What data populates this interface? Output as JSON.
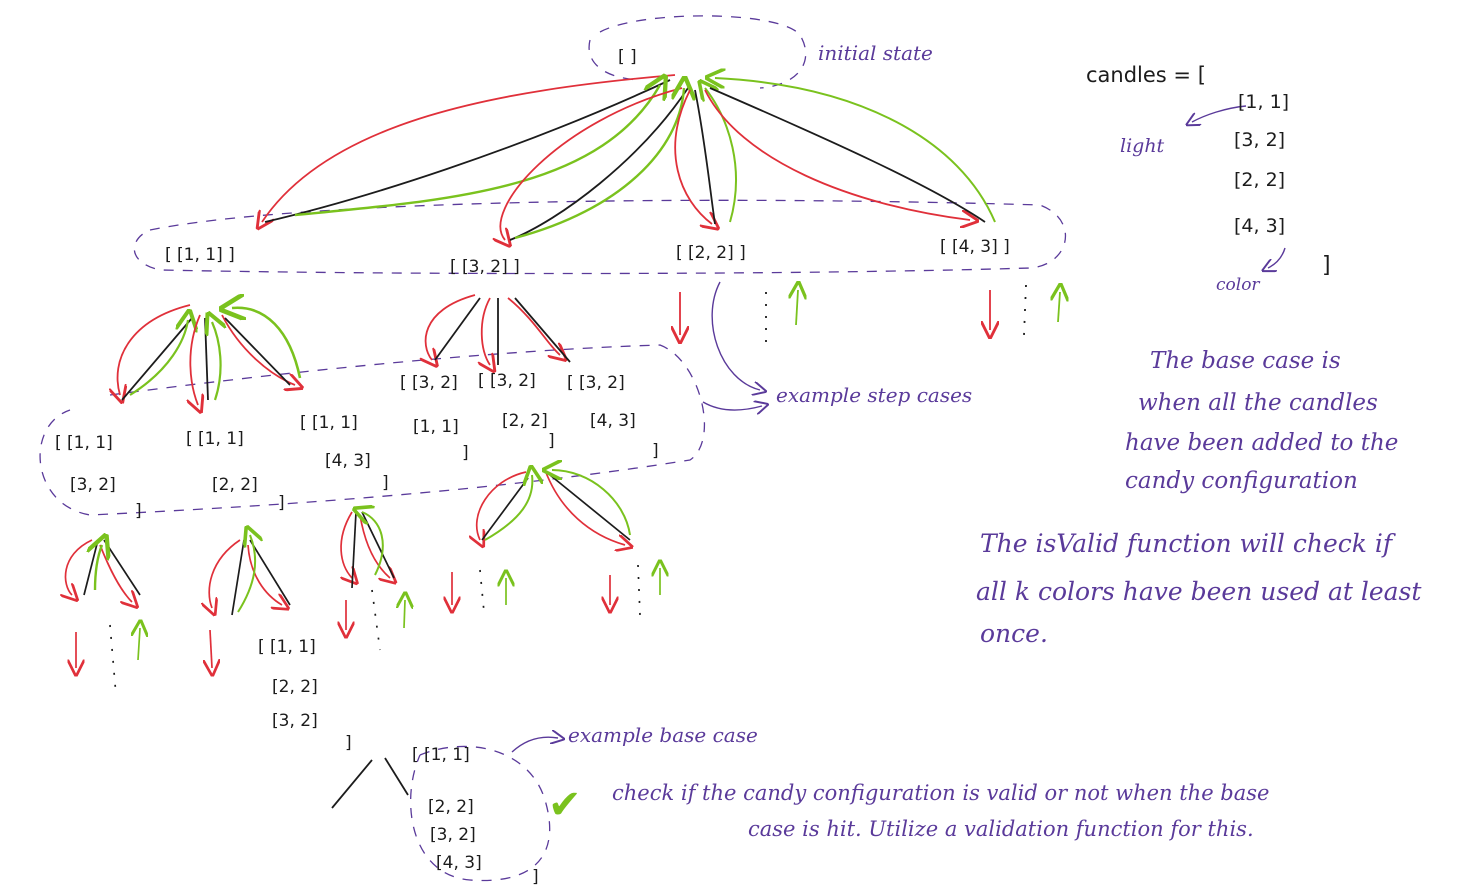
{
  "colors": {
    "ink": "#1c1c1c",
    "red": "#e0303a",
    "green": "#7ac21e",
    "purple": "#5a3a9a"
  },
  "labels": {
    "initial_state": "initial state",
    "example_step_cases": "example step cases",
    "example_base_case": "example base case"
  },
  "legend": {
    "candles_label": "candles = [",
    "entries": [
      "[1, 1]",
      "[3, 2]",
      "[2, 2]",
      "[4, 3]"
    ],
    "close_bracket": "]",
    "light": "light",
    "color": "color"
  },
  "notes": {
    "base_case": [
      "The base case is",
      "when all the candles",
      "have been added to the",
      "candy configuration"
    ],
    "is_valid": [
      "The isValid function will check if",
      "all k colors have been used at least",
      "once."
    ],
    "check": [
      "check if the candy configuration is valid or not when the base",
      "case is hit. Utilize a validation function for this."
    ],
    "checkmark": "✔"
  },
  "tree": {
    "root": "[          ]",
    "level1": [
      "[ [1, 1] ]",
      "[ [3, 2] ]",
      "[ [2, 2] ]",
      "[ [4, 3] ]"
    ],
    "level2": [
      [
        "[ [1, 1]",
        "[3, 2]",
        "]"
      ],
      [
        "[ [1, 1]",
        "[2, 2]",
        "]"
      ],
      [
        "[ [1, 1]",
        "[4, 3]",
        "]"
      ],
      [
        "[ [3, 2]",
        "[1, 1]",
        "]"
      ],
      [
        "[ [3, 2]",
        "[2, 2]",
        "]"
      ],
      [
        "[ [3, 2]",
        "[4, 3]",
        "]"
      ]
    ],
    "level3": [
      "[ [1, 1]",
      "[2, 2]",
      "[3, 2]",
      "]"
    ],
    "level4": [
      "[ [1, 1]",
      "[2, 2]",
      "[3, 2]",
      "[4, 3]",
      "]"
    ]
  }
}
